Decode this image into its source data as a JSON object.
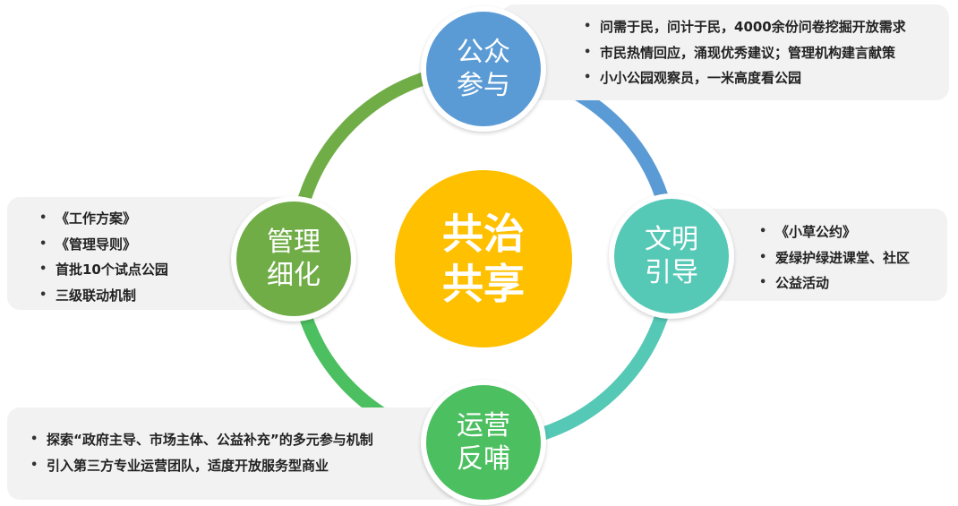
{
  "center": {
    "label": "共治共享",
    "color": "#ffc000"
  },
  "nodes": {
    "top": {
      "label": "公众参与",
      "color": "#5b9bd5"
    },
    "right": {
      "label": "文明引导",
      "color": "#56c8b6"
    },
    "bottom": {
      "label": "运营反哺",
      "color": "#4cbf60"
    },
    "left": {
      "label": "管理细化",
      "color": "#70ad47"
    }
  },
  "cards": {
    "top": {
      "items": [
        "问需于民，问计于民，4000余份问卷挖掘开放需求",
        "市民热情回应，涌现优秀建议；管理机构建言献策",
        "小小公园观察员，一米高度看公园"
      ]
    },
    "right": {
      "items": [
        "《小草公约》",
        "爱绿护绿进课堂、社区",
        "公益活动"
      ]
    },
    "bottom": {
      "items": [
        "探索“政府主导、市场主体、公益补充”的多元参与机制",
        "引入第三方专业运营团队，适度开放服务型商业"
      ]
    },
    "left": {
      "items": [
        "《工作方案》",
        "《管理导则》",
        "首批10个试点公园",
        "三级联动机制"
      ]
    }
  },
  "ring_colors": {
    "top_right": "#5b9bd5",
    "right_bottom": "#56c8b6",
    "bottom_left": "#4cbf60",
    "left_top": "#70ad47"
  }
}
